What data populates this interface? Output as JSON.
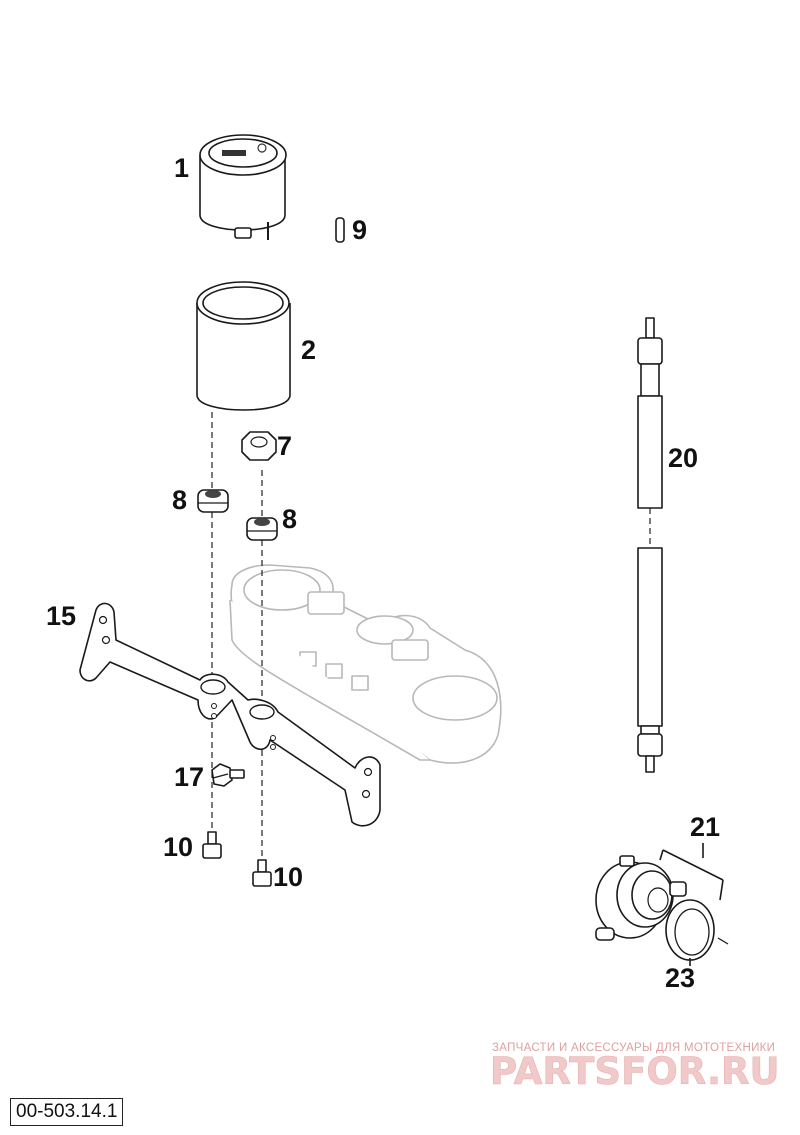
{
  "diagram": {
    "part_labels": {
      "p1": "1",
      "p2": "2",
      "p7": "7",
      "p8a": "8",
      "p8b": "8",
      "p9": "9",
      "p10a": "10",
      "p10b": "10",
      "p15": "15",
      "p17": "17",
      "p20": "20",
      "p21": "21",
      "p23": "23"
    },
    "catalog_number": "00-503.14.1"
  },
  "watermark": {
    "tagline": "ЗАПЧАСТИ И АКСЕССУАРЫ ДЛЯ МОТОТЕХНИКИ",
    "logo": "PARTSFOR.RU"
  }
}
